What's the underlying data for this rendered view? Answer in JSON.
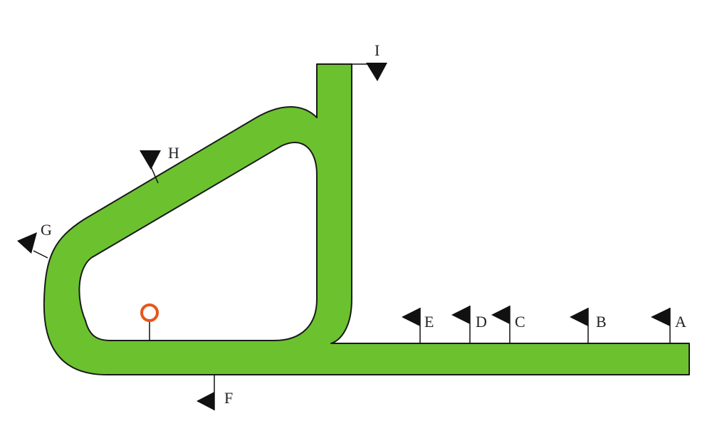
{
  "colors": {
    "track_fill": "#6bc22e",
    "track_edge": "#1a1a1a",
    "flag": "#111111",
    "winning_post_ring": "#e8541c"
  },
  "markers": {
    "A": "A",
    "B": "B",
    "C": "C",
    "D": "D",
    "E": "E",
    "F": "F",
    "G": "G",
    "H": "H",
    "I": "I"
  },
  "icons": {
    "winning_post": "winning-post-ring-icon",
    "distance_marker": "flag-icon"
  }
}
